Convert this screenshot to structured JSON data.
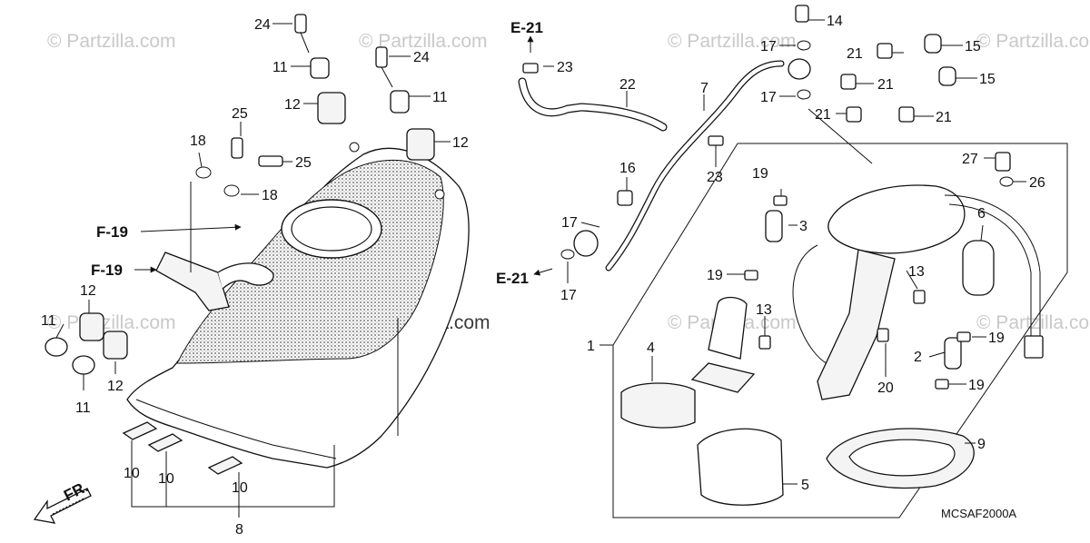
{
  "watermarks": {
    "text": "© Partzilla.com",
    "center_text": "© Partzilla.com"
  },
  "diagram_code": "MCSAF2000A",
  "front_arrow_label": "FR.",
  "references": {
    "e21_top": "E-21",
    "e21_mid": "E-21",
    "f19_a": "F-19",
    "f19_b": "F-19"
  },
  "callouts": {
    "c24a": "24",
    "c24b": "24",
    "c11a": "11",
    "c11b": "11",
    "c11c": "11",
    "c11d": "11",
    "c12a": "12",
    "c12b": "12",
    "c12c": "12",
    "c12d": "12",
    "c25a": "25",
    "c25b": "25",
    "c18a": "18",
    "c18b": "18",
    "c10a": "10",
    "c10b": "10",
    "c10c": "10",
    "c8": "8",
    "c23a": "23",
    "c23b": "23",
    "c22": "22",
    "c7": "7",
    "c16": "16",
    "c17a": "17",
    "c17b": "17",
    "c17c": "17",
    "c17d": "17",
    "c14": "14",
    "c21a": "21",
    "c21b": "21",
    "c21c": "21",
    "c21d": "21",
    "c15a": "15",
    "c15b": "15",
    "c27": "27",
    "c26": "26",
    "c19a": "19",
    "c19b": "19",
    "c19c": "19",
    "c19d": "19",
    "c3": "3",
    "c6": "6",
    "c13a": "13",
    "c13b": "13",
    "c1": "1",
    "c4": "4",
    "c2": "2",
    "c20": "20",
    "c5": "5",
    "c9": "9"
  }
}
